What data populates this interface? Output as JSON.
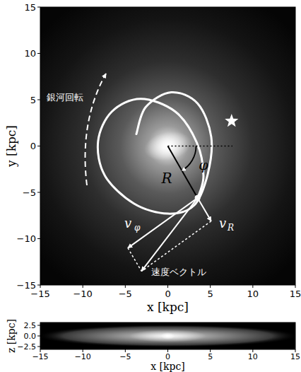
{
  "diagram": {
    "labels": [
      "15",
      "10",
      "5",
      "0",
      "−5",
      "−10",
      "−15",
      "−15",
      "−10",
      "−5",
      "0",
      "5",
      "10",
      "15",
      "y [kpc]",
      "x [kpc]",
      "銀河回転",
      "R",
      "φ",
      "v",
      "φ",
      "v",
      "R",
      "速度ベクトル",
      "2.5",
      "0.0",
      "−2.5",
      "z [kpc]",
      "−15",
      "−10",
      "−5",
      "0",
      "5",
      "10",
      "15",
      "x [kpc]"
    ]
  }
}
